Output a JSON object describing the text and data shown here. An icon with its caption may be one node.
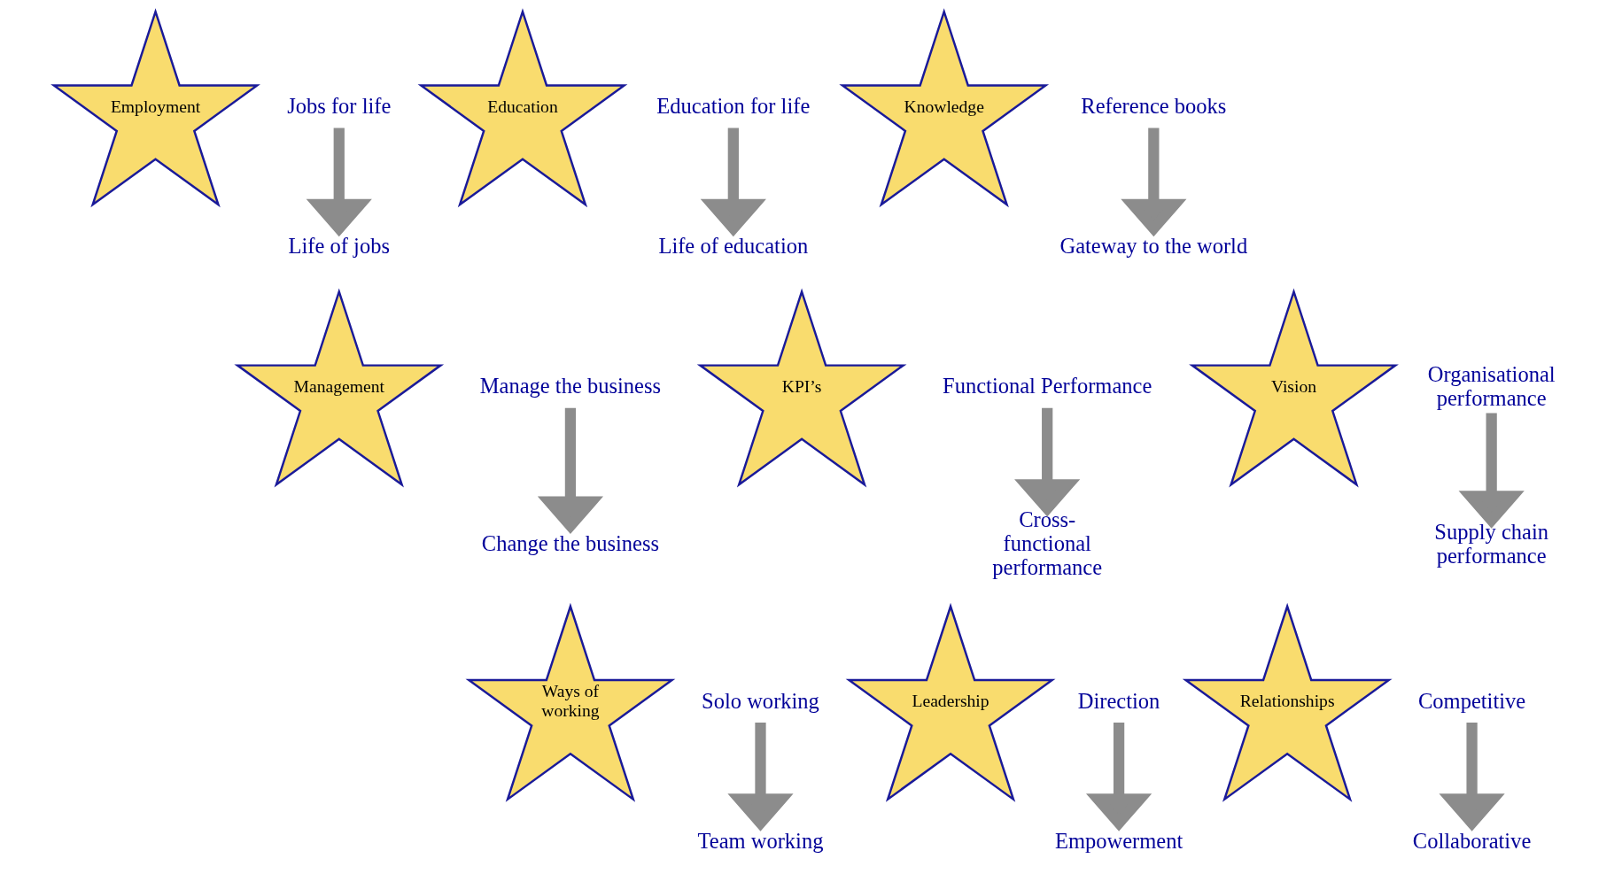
{
  "diagram": {
    "nodes": [
      {
        "text": [
          "Employment"
        ]
      },
      {
        "text": [
          "Jobs for life"
        ]
      },
      {
        "text": [
          "Life of jobs"
        ]
      },
      {
        "text": [
          "Education"
        ]
      },
      {
        "text": [
          "Education for life"
        ]
      },
      {
        "text": [
          "Life of education"
        ]
      },
      {
        "text": [
          "Knowledge"
        ]
      },
      {
        "text": [
          "Reference books"
        ]
      },
      {
        "text": [
          "Gateway to the world"
        ]
      },
      {
        "text": [
          "Management"
        ]
      },
      {
        "text": [
          "Manage the business"
        ]
      },
      {
        "text": [
          "Change the business"
        ]
      },
      {
        "text": [
          "KPI’s"
        ]
      },
      {
        "text": [
          "Functional Performance"
        ]
      },
      {
        "text": [
          "Cross-functional performance"
        ]
      },
      {
        "text": [
          "Vision"
        ]
      },
      {
        "text": [
          "Organisational performance"
        ]
      },
      {
        "text": [
          "Supply chain performance"
        ]
      },
      {
        "text": [
          "Ways of working"
        ]
      },
      {
        "text": [
          "Solo working"
        ]
      },
      {
        "text": [
          "Team working"
        ]
      },
      {
        "text": [
          "Leadership"
        ]
      },
      {
        "text": [
          "Direction"
        ]
      },
      {
        "text": [
          "Empowerment"
        ]
      },
      {
        "text": [
          "Relationships"
        ]
      },
      {
        "text": [
          "Competitive"
        ]
      },
      {
        "text": [
          "Collaborative"
        ]
      }
    ],
    "edges": [
      {
        "from": 1,
        "to": 2,
        "arrow": "to"
      },
      {
        "from": 4,
        "to": 5,
        "arrow": "to"
      },
      {
        "from": 7,
        "to": 8,
        "arrow": "to"
      },
      {
        "from": 10,
        "to": 11,
        "arrow": "to"
      },
      {
        "from": 13,
        "to": 14,
        "arrow": "to"
      },
      {
        "from": 16,
        "to": 17,
        "arrow": "to"
      },
      {
        "from": 19,
        "to": 20,
        "arrow": "to"
      },
      {
        "from": 22,
        "to": 23,
        "arrow": "to"
      },
      {
        "from": 25,
        "to": 26,
        "arrow": "to"
      }
    ]
  }
}
